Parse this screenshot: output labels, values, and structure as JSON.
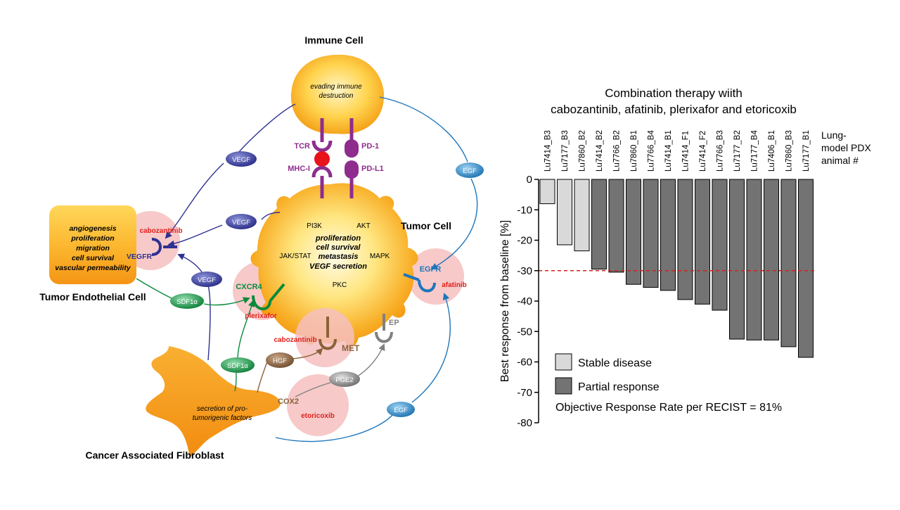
{
  "diagram": {
    "immune_cell": {
      "title": "Immune Cell",
      "text": [
        "evading immune",
        "destruction"
      ]
    },
    "tumor_cell": {
      "title": "Tumor Cell",
      "pathways": {
        "pi3k": "PI3K",
        "akt": "AKT",
        "jakstat": "JAK/STAT",
        "mapk": "MAPK",
        "pkc": "PKC"
      },
      "functions": [
        "proliferation",
        "cell survival",
        "metastasis",
        "VEGF secretion"
      ]
    },
    "endothelial_cell": {
      "title": "Tumor Endothelial Cell",
      "text": [
        "angiogenesis",
        "proliferation",
        "migration",
        "cell survival",
        "vascular permeability"
      ]
    },
    "fibroblast": {
      "title": "Cancer Associated Fibroblast",
      "text": [
        "secretion of pro-",
        "tumorigenic factors"
      ]
    },
    "receptors": {
      "tcr": "TCR",
      "mhc": "MHC-I",
      "pd1": "PD-1",
      "pdl1": "PD-L1",
      "vegfr": "VEGFR",
      "cxcr4": "CXCR4",
      "egfr": "EGFR",
      "met": "MET",
      "ep": "EP",
      "cox2": "COX2"
    },
    "drugs": {
      "cabozantinib_vegfr": "cabozantinib",
      "cabozantinib_met": "cabozantinib",
      "plerixafor": "plerixafor",
      "afatinib": "afatinib",
      "etoricoxib": "etoricoxib"
    },
    "ligands": {
      "vegf_top": "VEGF",
      "vegf_mid": "VEGF",
      "vegf_low": "VEGF",
      "egf_top": "EGF",
      "egf_bottom": "EGF",
      "sdf1a_left": "SDF1α",
      "sdf1a_bottom": "SDF1α",
      "hgf": "HGF",
      "pge2": "PGE2"
    },
    "colors": {
      "cell_orange": "#f7a21b",
      "vegf_blue": "#2e3192",
      "egf_teal": "#1b75bc",
      "sdf_green": "#0a8a3c",
      "drug_red": "#e0201b",
      "drug_circle": "#f6c0c0",
      "immune_purple": "#8e2d8e",
      "met_brown": "#8b6239"
    }
  },
  "chart_data": {
    "type": "bar",
    "title": [
      "Combination therapy wiith",
      "cabozantinib, afatinib, plerixafor and etoricoxib"
    ],
    "categories": [
      "Lu7414_B3",
      "Lu7177_B3",
      "Lu7860_B2",
      "Lu7414_B2",
      "Lu7766_B2",
      "Lu7860_B1",
      "Lu7766_B4",
      "Lu7414_B1",
      "Lu7414_F1",
      "Lu7414_F2",
      "Lu7766_B3",
      "Lu7177_B2",
      "Lu7177_B4",
      "Lu7406_B1",
      "Lu7860_B3",
      "Lu7177_B1"
    ],
    "values": [
      -8,
      -21.5,
      -23.5,
      -29.5,
      -30.5,
      -34.5,
      -35.5,
      -36.5,
      -39.5,
      -41,
      -43,
      -52.5,
      -52.8,
      -52.8,
      -55,
      -58.5
    ],
    "groups": [
      "stable",
      "stable",
      "stable",
      "partial",
      "partial",
      "partial",
      "partial",
      "partial",
      "partial",
      "partial",
      "partial",
      "partial",
      "partial",
      "partial",
      "partial",
      "partial"
    ],
    "category_header": [
      "Lung-",
      "model PDX",
      "animal #"
    ],
    "ylabel": "Best response from baseline [%]",
    "ylim": [
      -80,
      0
    ],
    "yticks": [
      0,
      -10,
      -20,
      -30,
      -40,
      -50,
      -60,
      -70,
      -80
    ],
    "threshold": -30,
    "legend": {
      "stable": "Stable disease",
      "partial": "Partial response"
    },
    "colors": {
      "stable": "#d9d9d9",
      "partial": "#737373",
      "threshold": "#d42020"
    },
    "annotation": "Objective Response Rate per RECIST = 81%"
  }
}
